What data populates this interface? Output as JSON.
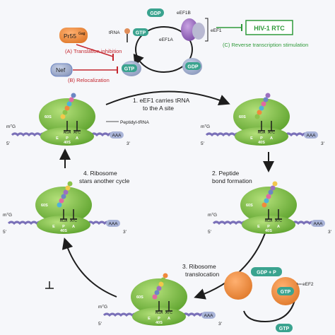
{
  "top": {
    "trna_label": "tRNA",
    "eef1b_label": "eEF1B",
    "eef1a_label": "eEF1A",
    "eef1_label": "eEF1",
    "gtp": "GTP",
    "gdp": "GDP",
    "pr55_label": "Pr55",
    "pr55_sup": "Gag",
    "nef_label": "Nef",
    "hiv_box": "HIV-1 RTC",
    "annot_a": "(A) Translation inhibition",
    "annot_b": "(B) Relocalization",
    "annot_c": "(C) Reverse transcription stimulation"
  },
  "ribosome": {
    "large_subunit": "60S",
    "small_subunit": "40S",
    "cap": "m",
    "cap_sup": "7",
    "cap_end": "G",
    "five_prime": "5'",
    "three_prime": "3'",
    "polyA": "AAA",
    "sites": [
      "E",
      "P",
      "A"
    ],
    "codon_p": "AGA",
    "codon_a": "ATC",
    "anticodon_a": "AGA",
    "peptidyl_trna": "Peptidyl-tRNA"
  },
  "steps": {
    "step1_line1": "1. eEF1 carries tRNA",
    "step1_line2": "to the A site",
    "step2_line1": "2. Peptide",
    "step2_line2": "bond formation",
    "step3_line1": "3. Ribosome",
    "step3_line2": "translocation",
    "step4_line1": "4. Ribosome",
    "step4_line2": "stars another cycle"
  },
  "eef2": {
    "label": "eEF2",
    "gtp": "GTP",
    "gdp_p": "GDP + P",
    "gtp_bottom": "GTP"
  },
  "colors": {
    "ribosome_green": "#7fc241",
    "ribosome_dark": "#4a8f22",
    "pr55_orange": "#f08a3c",
    "nef_blue": "#6c86c4",
    "eef1b_purple": "#8b5fb5",
    "gtp_teal": "#3aa38f",
    "hiv_green": "#2f9a3a",
    "inhibit_red": "#c4262e"
  }
}
